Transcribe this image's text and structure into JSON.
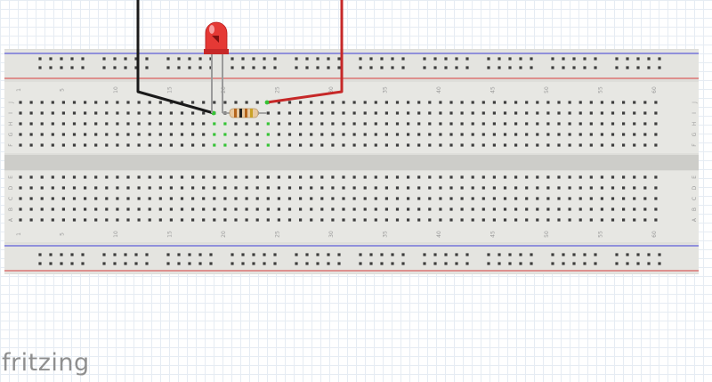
{
  "brand": {
    "name": "fritzing"
  },
  "breadboard": {
    "columns": 60,
    "column_labels": [
      "1",
      "5",
      "10",
      "15",
      "20",
      "25",
      "30",
      "35",
      "40",
      "45",
      "50",
      "55",
      "60"
    ],
    "top_row_letters": [
      "J",
      "I",
      "H",
      "G",
      "F"
    ],
    "bottom_row_letters": [
      "E",
      "D",
      "C",
      "B",
      "A"
    ],
    "rail_colors": {
      "negative": "#3b3bd6",
      "positive": "#d63b3b"
    }
  },
  "components": {
    "led": {
      "name": "LED",
      "color": "#e53935"
    },
    "resistor": {
      "name": "resistor",
      "bands": [
        "#b5651d",
        "#222222",
        "#b5651d",
        "#c9a227"
      ]
    },
    "wire_black": {
      "color": "#1a1a1a"
    },
    "wire_red": {
      "color": "#c62828"
    }
  },
  "connected_highlight": "#35c335"
}
